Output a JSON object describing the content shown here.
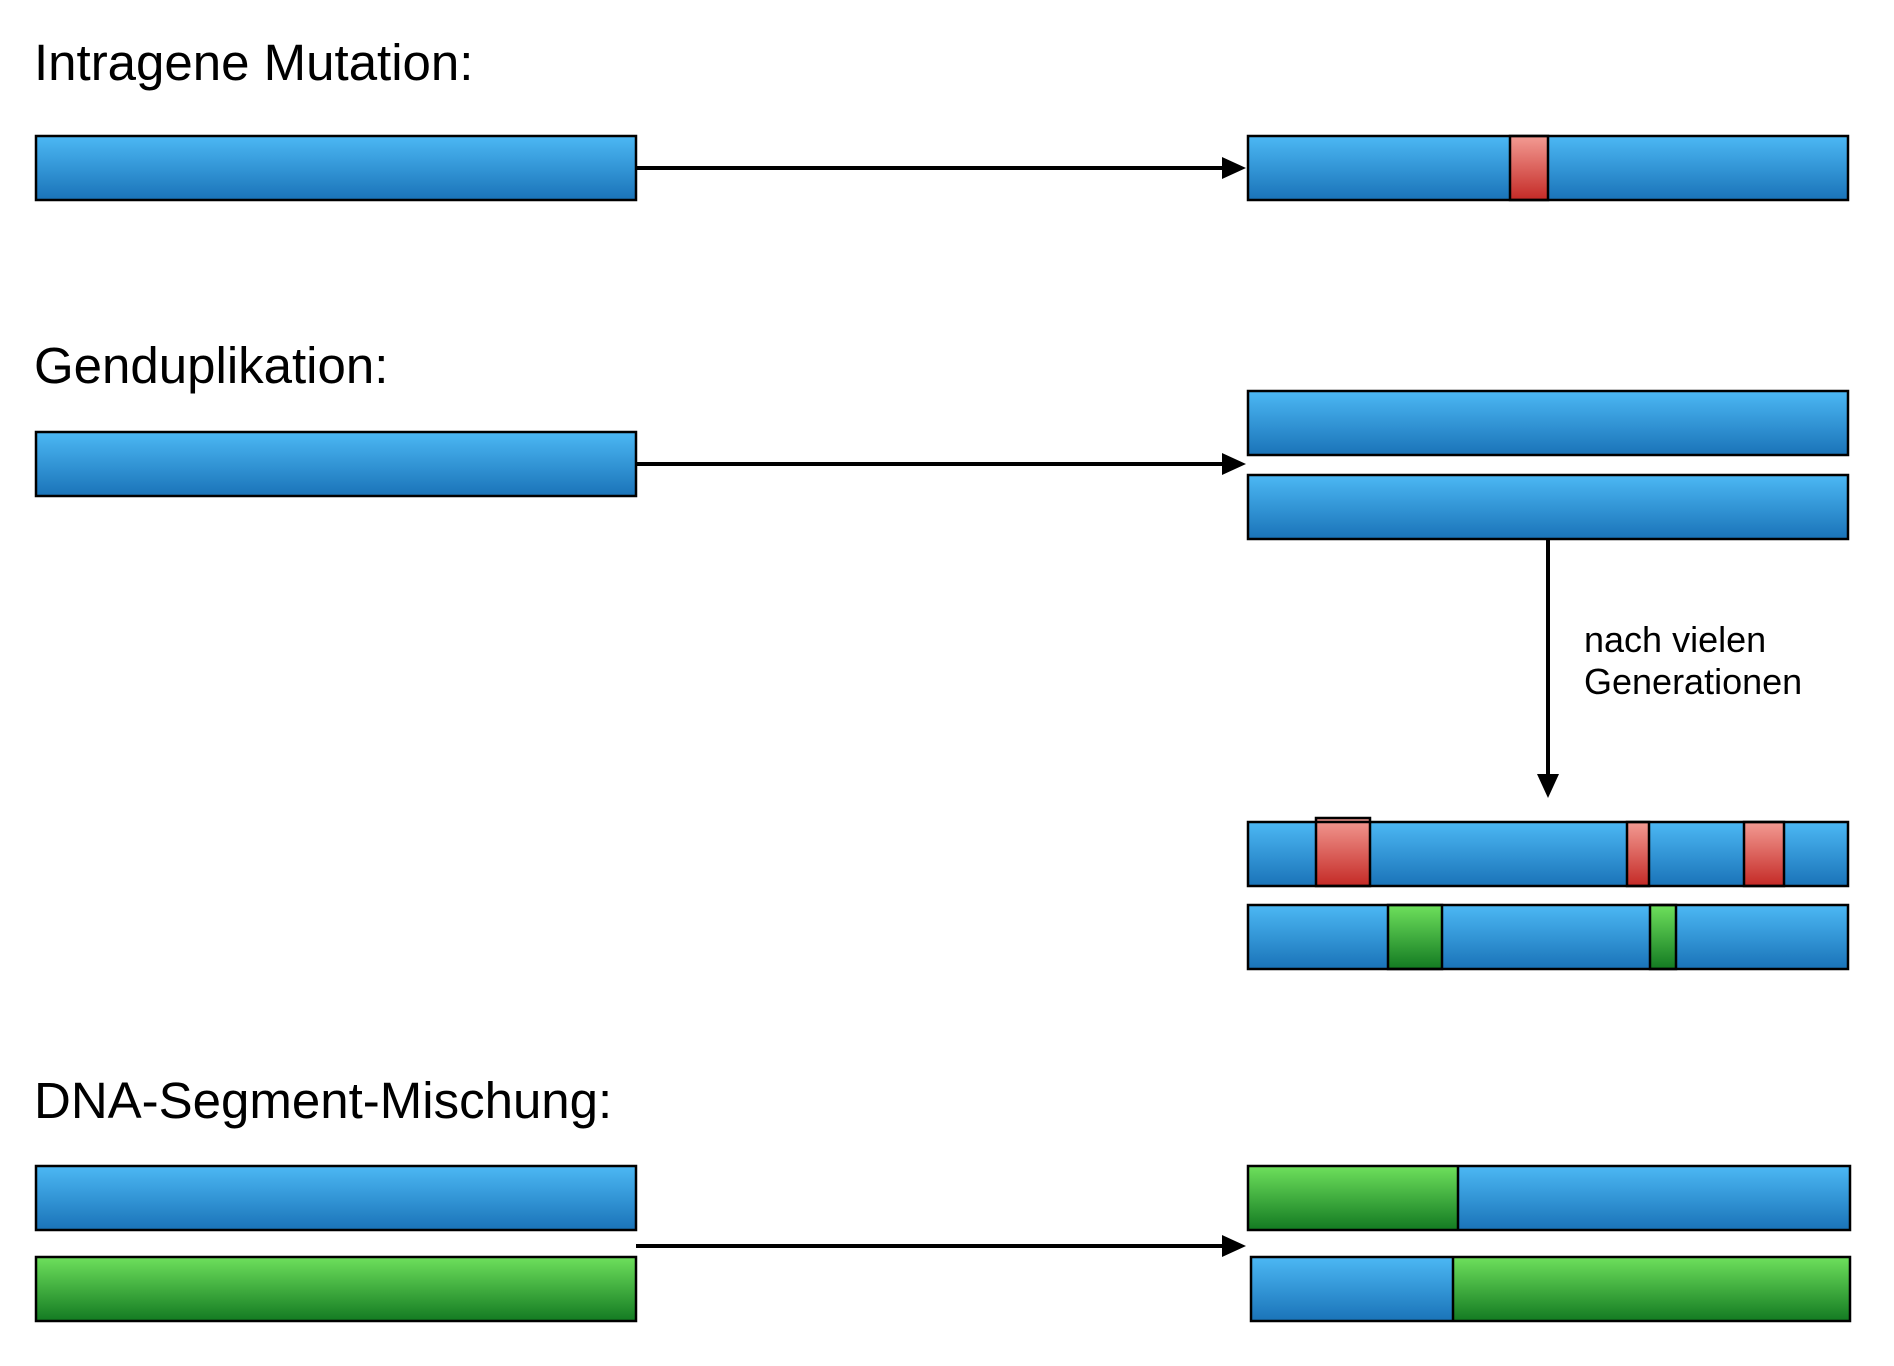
{
  "sections": {
    "intragenic": {
      "title": "Intragene Mutation:"
    },
    "duplication": {
      "title": "Genduplikation:",
      "note": [
        "nach vielen",
        "Generationen"
      ]
    },
    "shuffling": {
      "title": "DNA-Segment-Mischung:"
    }
  },
  "colors": {
    "gene": "#2f97e0",
    "mutation": "#e0524a",
    "new_function": "#3dbb3a",
    "outline": "#000000"
  }
}
